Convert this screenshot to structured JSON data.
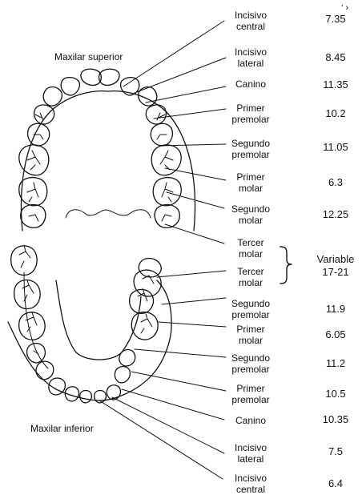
{
  "maxillary": {
    "title": "Maxilar superior",
    "teeth": [
      {
        "name": "Incisivo\ncentral",
        "value": "7.35"
      },
      {
        "name": "Incisivo\nlateral",
        "value": "8.45"
      },
      {
        "name": "Canino",
        "value": "11.35"
      },
      {
        "name": "Primer\npremolar",
        "value": "10.2"
      },
      {
        "name": "Segundo\npremolar",
        "value": "11.05"
      },
      {
        "name": "Primer\nmolar",
        "value": "6.3"
      },
      {
        "name": "Segundo\nmolar",
        "value": "12.25"
      },
      {
        "name": "Tercer\nmolar",
        "value": ""
      }
    ]
  },
  "third_molar_group": {
    "value_line1": "Variable",
    "value_line2": "17-21"
  },
  "mandibular": {
    "title": "Maxilar inferior",
    "teeth": [
      {
        "name": "Tercer\nmolar",
        "value": ""
      },
      {
        "name": "Segundo\npremolar",
        "value": "11.9"
      },
      {
        "name": "Primer\nmolar",
        "value": "6.05"
      },
      {
        "name": "Segundo\npremolar",
        "value": "11.2"
      },
      {
        "name": "Primer\npremolar",
        "value": "10.5"
      },
      {
        "name": "Canino",
        "value": "10.35"
      },
      {
        "name": "Incisivo\nlateral",
        "value": "7.5"
      },
      {
        "name": "Incisivo\ncentral",
        "value": "6.4"
      }
    ]
  },
  "corner_mark": "‘ ›"
}
